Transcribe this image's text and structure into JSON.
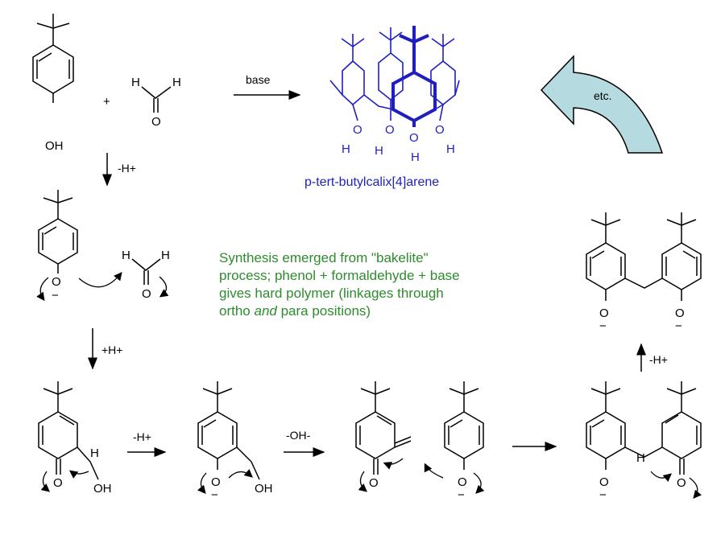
{
  "reagents": {
    "phenol_substituent": "OH",
    "formaldehyde_H_left": "H",
    "formaldehyde_H_right": "H",
    "formaldehyde_O": "O",
    "plus": "+",
    "condition_base": "base"
  },
  "product": {
    "name": "p-tert-butylcalix[4]arene",
    "oh_O": "O",
    "oh_H": "H"
  },
  "cycle_arrow_label": "etc.",
  "steps": {
    "deprotonation_1": "-H+",
    "protonation": "+H+",
    "deprotonation_2": "-H+",
    "hydroxide_loss": "-OH-",
    "deprotonation_final": "-H+"
  },
  "atoms": {
    "O": "O",
    "H": "H",
    "OH": "OH",
    "minus": "−"
  },
  "note": {
    "line1": "Synthesis emerged from \"bakelite\"",
    "line2": "process;  phenol + formaldehyde + base",
    "line3": "gives hard polymer (linkages through",
    "line4_pre": "ortho ",
    "line4_em": "and",
    "line4_post": " para positions)"
  },
  "colors": {
    "calixarene": "#1f1fbf",
    "note_text": "#2e8b2e",
    "cycle_arrow_fill": "#b5dadf"
  }
}
